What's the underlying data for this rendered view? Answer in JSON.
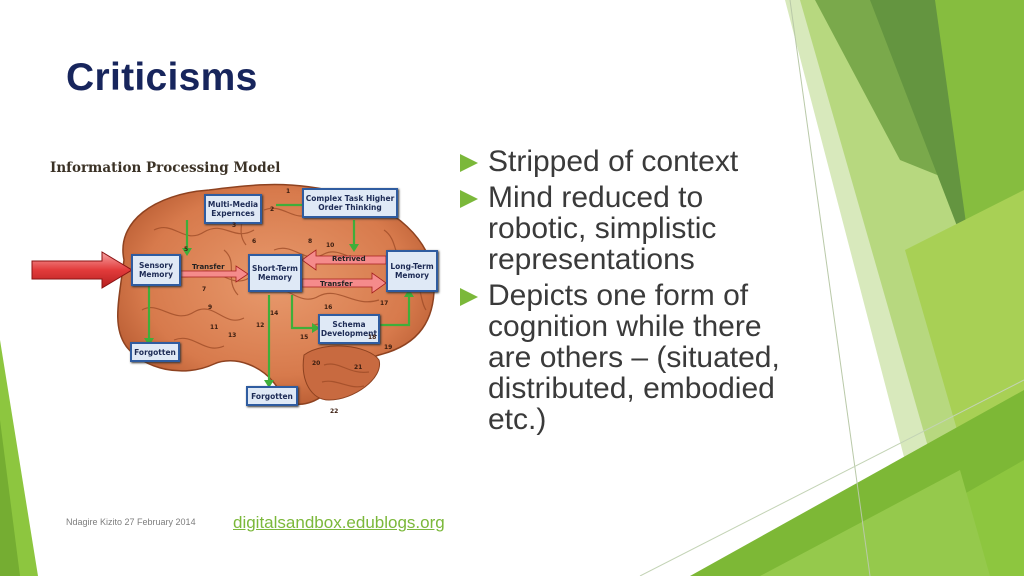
{
  "slide": {
    "title": "Criticisms",
    "bullets": [
      "Stripped of context",
      "Mind reduced to robotic, simplistic representations",
      "Depicts one form of cognition while there are others – (situated, distributed, embodied etc.)"
    ],
    "footer_author_date": "Ndagire Kizito 27 February 2014",
    "footer_link": "digitalsandbox.edublogs.org"
  },
  "figure": {
    "title": "Information Processing Model",
    "boxes": {
      "sensory": "Sensory Memory",
      "multimedia": "Multi-Media Expernces",
      "complex": "Complex Task Higher Order Thinking",
      "short_term": "Short-Term Memory",
      "long_term": "Long-Term Memory",
      "schema": "Schema Development",
      "forgotten_1": "Forgotten",
      "forgotten_2": "Forgotten"
    },
    "arrow_labels": {
      "transfer_1": "Transfer",
      "retrived": "Retrived",
      "transfer_2": "Transfer"
    },
    "region_numbers": [
      "1",
      "2",
      "3",
      "5",
      "6",
      "7",
      "8",
      "9",
      "10",
      "11",
      "12",
      "13",
      "14",
      "15",
      "16",
      "17",
      "18",
      "19",
      "20",
      "21",
      "22"
    ]
  },
  "colors": {
    "title": "#17255c",
    "accent_green": "#7bb83a",
    "body_text": "#3a3a3a"
  }
}
